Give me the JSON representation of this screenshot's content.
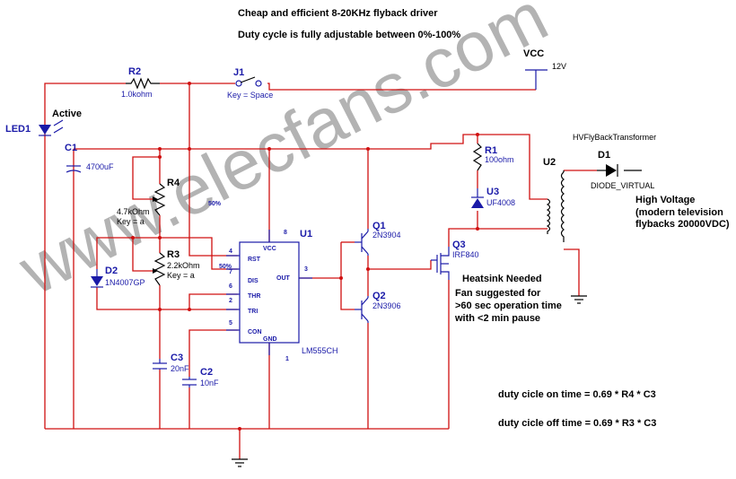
{
  "title": "Cheap and efficient 8-20KHz flyback driver",
  "subtitle": "Duty cycle is fully adjustable between 0%-100%",
  "watermark": "www.elecfans.com",
  "colors": {
    "wire": "#d01010",
    "component": "#1a1aa8",
    "text": "#000000"
  },
  "power": {
    "label": "VCC",
    "value": "12V"
  },
  "components": {
    "R2": {
      "ref": "R2",
      "value": "1.0kohm"
    },
    "J1": {
      "ref": "J1",
      "value": "Key = Space"
    },
    "LED1": {
      "ref": "LED1",
      "label": "Active"
    },
    "C1": {
      "ref": "C1",
      "value": "4700uF"
    },
    "R4": {
      "ref": "R4",
      "value": "4.7kOhm",
      "key": "Key = a",
      "setting": "50%"
    },
    "R3": {
      "ref": "R3",
      "value": "2.2kOhm",
      "key": "Key = a",
      "setting": "50%"
    },
    "D2": {
      "ref": "D2",
      "value": "1N4007GP"
    },
    "C3": {
      "ref": "C3",
      "value": "20nF"
    },
    "C2": {
      "ref": "C2",
      "value": "10nF"
    },
    "U1": {
      "ref": "U1",
      "value": "LM555CH",
      "pins": {
        "vcc": "VCC",
        "rst": "RST",
        "dis": "DIS",
        "thr": "THR",
        "tri": "TRI",
        "con": "CON",
        "gnd": "GND",
        "out": "OUT"
      },
      "pin_numbers": {
        "p8": "8",
        "p4": "4",
        "p7": "7",
        "p6": "6",
        "p2": "2",
        "p5": "5",
        "p1": "1",
        "p3": "3"
      }
    },
    "Q1": {
      "ref": "Q1",
      "value": "2N3904"
    },
    "Q2": {
      "ref": "Q2",
      "value": "2N3906"
    },
    "Q3": {
      "ref": "Q3",
      "value": "IRF840"
    },
    "R1": {
      "ref": "R1",
      "value": "100ohm"
    },
    "U3": {
      "ref": "U3",
      "value": "UF4008"
    },
    "U2": {
      "ref": "U2",
      "value": "HVFlyBackTransformer"
    },
    "D1": {
      "ref": "D1",
      "value": "DIODE_VIRTUAL"
    }
  },
  "notes": {
    "hv1": "High Voltage",
    "hv2": "(modern television",
    "hv3": "flybacks 20000VDC)",
    "hs1": "Heatsink Needed",
    "hs2": "Fan suggested for",
    "hs3": ">60 sec operation time",
    "hs4": "with <2 min pause",
    "on_time": "duty cicle on time = 0.69 * R4 * C3",
    "off_time": "duty cicle off time = 0.69 * R3 * C3"
  }
}
